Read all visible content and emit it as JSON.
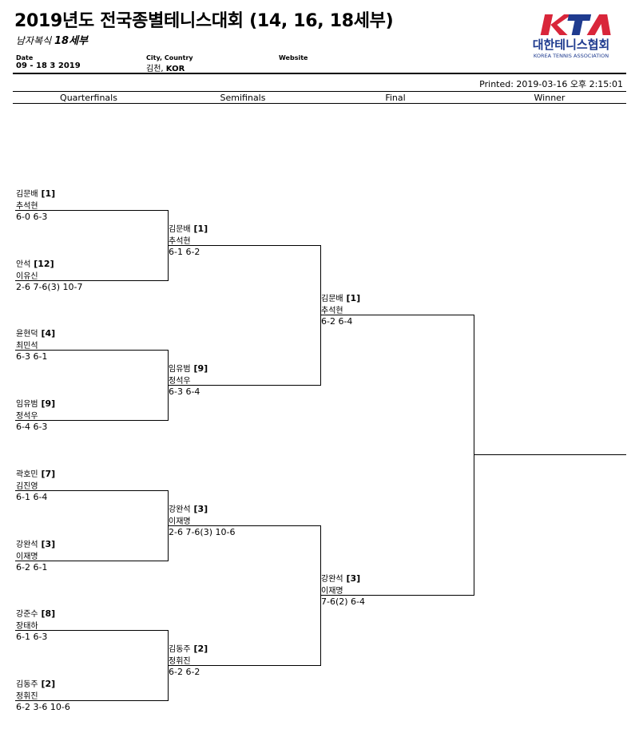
{
  "header": {
    "title": "2019년도 전국종별테니스대회 (14, 16, 18세부)",
    "subtitle_event": "남자복식",
    "subtitle_age": "18세부",
    "date_label": "Date",
    "date_value": "09 - 18 3 2019",
    "city_label": "City, Country",
    "city_value_city": "김천,",
    "city_value_country": "KOR",
    "website_label": "Website",
    "logo_text": "KTA",
    "logo_korean": "대한테니스협회",
    "logo_english": "KOREA TENNIS ASSOCIATION",
    "printed": "Printed: 2019-03-16 오후 2:15:01"
  },
  "colors": {
    "logo_red": "#d9263a",
    "logo_blue": "#1f3b8f"
  },
  "rounds": [
    "Quarterfinals",
    "Semifinals",
    "Final",
    "Winner"
  ],
  "qf": [
    {
      "p1": "김문배",
      "seed": "[1]",
      "p2": "추석현",
      "score": "6-0 6-3"
    },
    {
      "p1": "안석",
      "seed": "[12]",
      "p2": "이유신",
      "score": "2-6 7-6(3) 10-7"
    },
    {
      "p1": "윤현덕",
      "seed": "[4]",
      "p2": "최민석",
      "score": "6-3 6-1"
    },
    {
      "p1": "임유범",
      "seed": "[9]",
      "p2": "정석우",
      "score": "6-4 6-3"
    },
    {
      "p1": "곽호민",
      "seed": "[7]",
      "p2": "김진영",
      "score": "6-1 6-4"
    },
    {
      "p1": "강완석",
      "seed": "[3]",
      "p2": "이재명",
      "score": "6-2 6-1"
    },
    {
      "p1": "강준수",
      "seed": "[8]",
      "p2": "장태하",
      "score": "6-1 6-3"
    },
    {
      "p1": "김동주",
      "seed": "[2]",
      "p2": "정휘진",
      "score": "6-2 3-6 10-6"
    }
  ],
  "sf": [
    {
      "p1": "김문배",
      "seed": "[1]",
      "p2": "추석현",
      "score": "6-1 6-2"
    },
    {
      "p1": "임유범",
      "seed": "[9]",
      "p2": "정석우",
      "score": "6-3 6-4"
    },
    {
      "p1": "강완석",
      "seed": "[3]",
      "p2": "이재명",
      "score": "2-6 7-6(3) 10-6"
    },
    {
      "p1": "김동주",
      "seed": "[2]",
      "p2": "정휘진",
      "score": "6-2 6-2"
    }
  ],
  "final": [
    {
      "p1": "김문배",
      "seed": "[1]",
      "p2": "추석현",
      "score": "6-2 6-4"
    },
    {
      "p1": "강완석",
      "seed": "[3]",
      "p2": "이재명",
      "score": "7-6(2) 6-4"
    }
  ]
}
